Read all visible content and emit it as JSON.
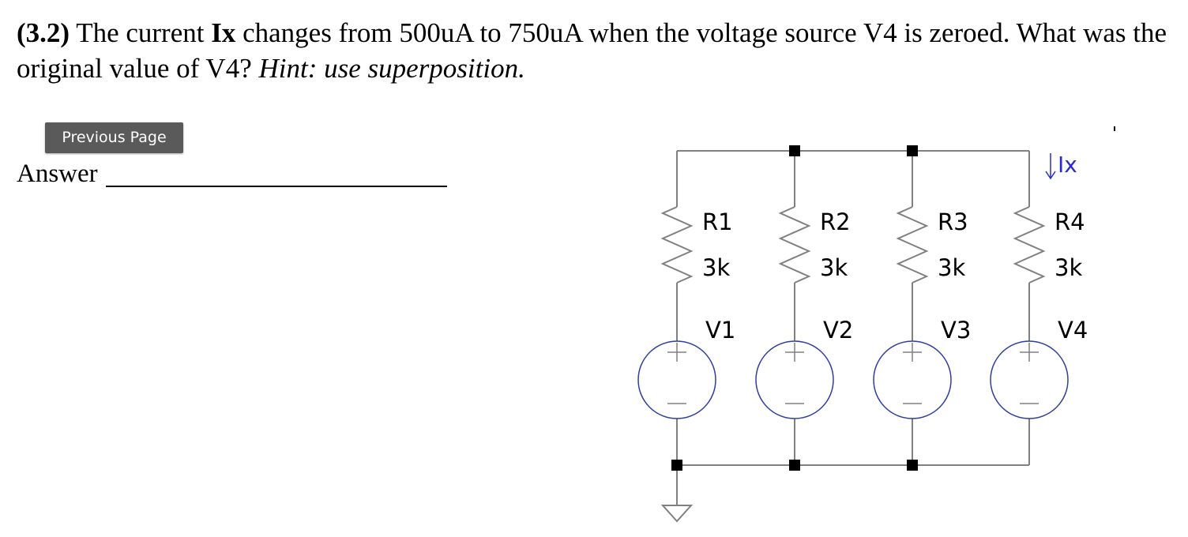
{
  "question": {
    "number": "(3.2)",
    "text_before_ix": "The current",
    "ix": "Ix",
    "text_after_ix": "changes from 500uA to 750uA when the voltage source V4 is zeroed. What was the original value of V4?",
    "hint": "Hint: use superposition."
  },
  "buttons": {
    "previous_page": "Previous Page"
  },
  "answer": {
    "label": "Answer"
  },
  "circuit": {
    "current_label": "Ix",
    "branches": [
      {
        "resistor": "R1",
        "resistance": "3k",
        "source": "V1"
      },
      {
        "resistor": "R2",
        "resistance": "3k",
        "source": "V2"
      },
      {
        "resistor": "R3",
        "resistance": "3k",
        "source": "V3"
      },
      {
        "resistor": "R4",
        "resistance": "3k",
        "source": "V4"
      }
    ],
    "colors": {
      "wire": "#808080",
      "source_outline": "#2f3ea0",
      "node": "#000000",
      "current_label": "#2b2bcc",
      "text": "#000000"
    }
  }
}
